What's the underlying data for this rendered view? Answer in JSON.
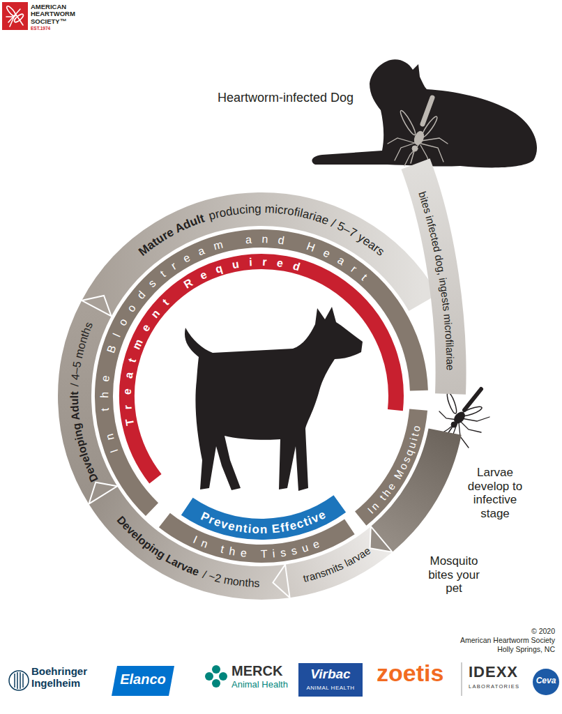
{
  "diagram": {
    "nodes": [
      {
        "text": [
          "Mature Adult",
          "producing microfilariae / 5–7 years"
        ]
      },
      {
        "text": [
          "bites infected dog, ingests microfilariae"
        ]
      },
      {
        "text": [
          "Larvae develop to infective stage"
        ]
      },
      {
        "text": [
          "transmits larvae"
        ]
      },
      {
        "text": [
          "Developing Larvae",
          "/ ~2 months"
        ]
      },
      {
        "text": [
          "Developing Adult",
          "/ 4–5 months"
        ]
      },
      {
        "text": [
          "In the Bloodstream and Heart"
        ]
      },
      {
        "text": [
          "Treatment Required"
        ]
      },
      {
        "text": [
          "In the Mosquito"
        ]
      },
      {
        "text": [
          "In the Tissue"
        ]
      },
      {
        "text": [
          "Prevention Effective"
        ]
      }
    ],
    "labels": [
      "AMERICAN HEARTWORM SOCIETY™",
      "EST.1974",
      "Heartworm-infected Dog",
      "Mosquito bites your pet",
      "© 2020",
      "American Heartworm Society",
      "Holly Springs, NC",
      "Boehringer Ingelheim",
      "Elanco",
      "MERCK",
      "Animal Health",
      "Virbac",
      "ANIMAL HEALTH",
      "zoetis",
      "IDEXX",
      "LABORATORIES",
      "Ceva"
    ]
  }
}
